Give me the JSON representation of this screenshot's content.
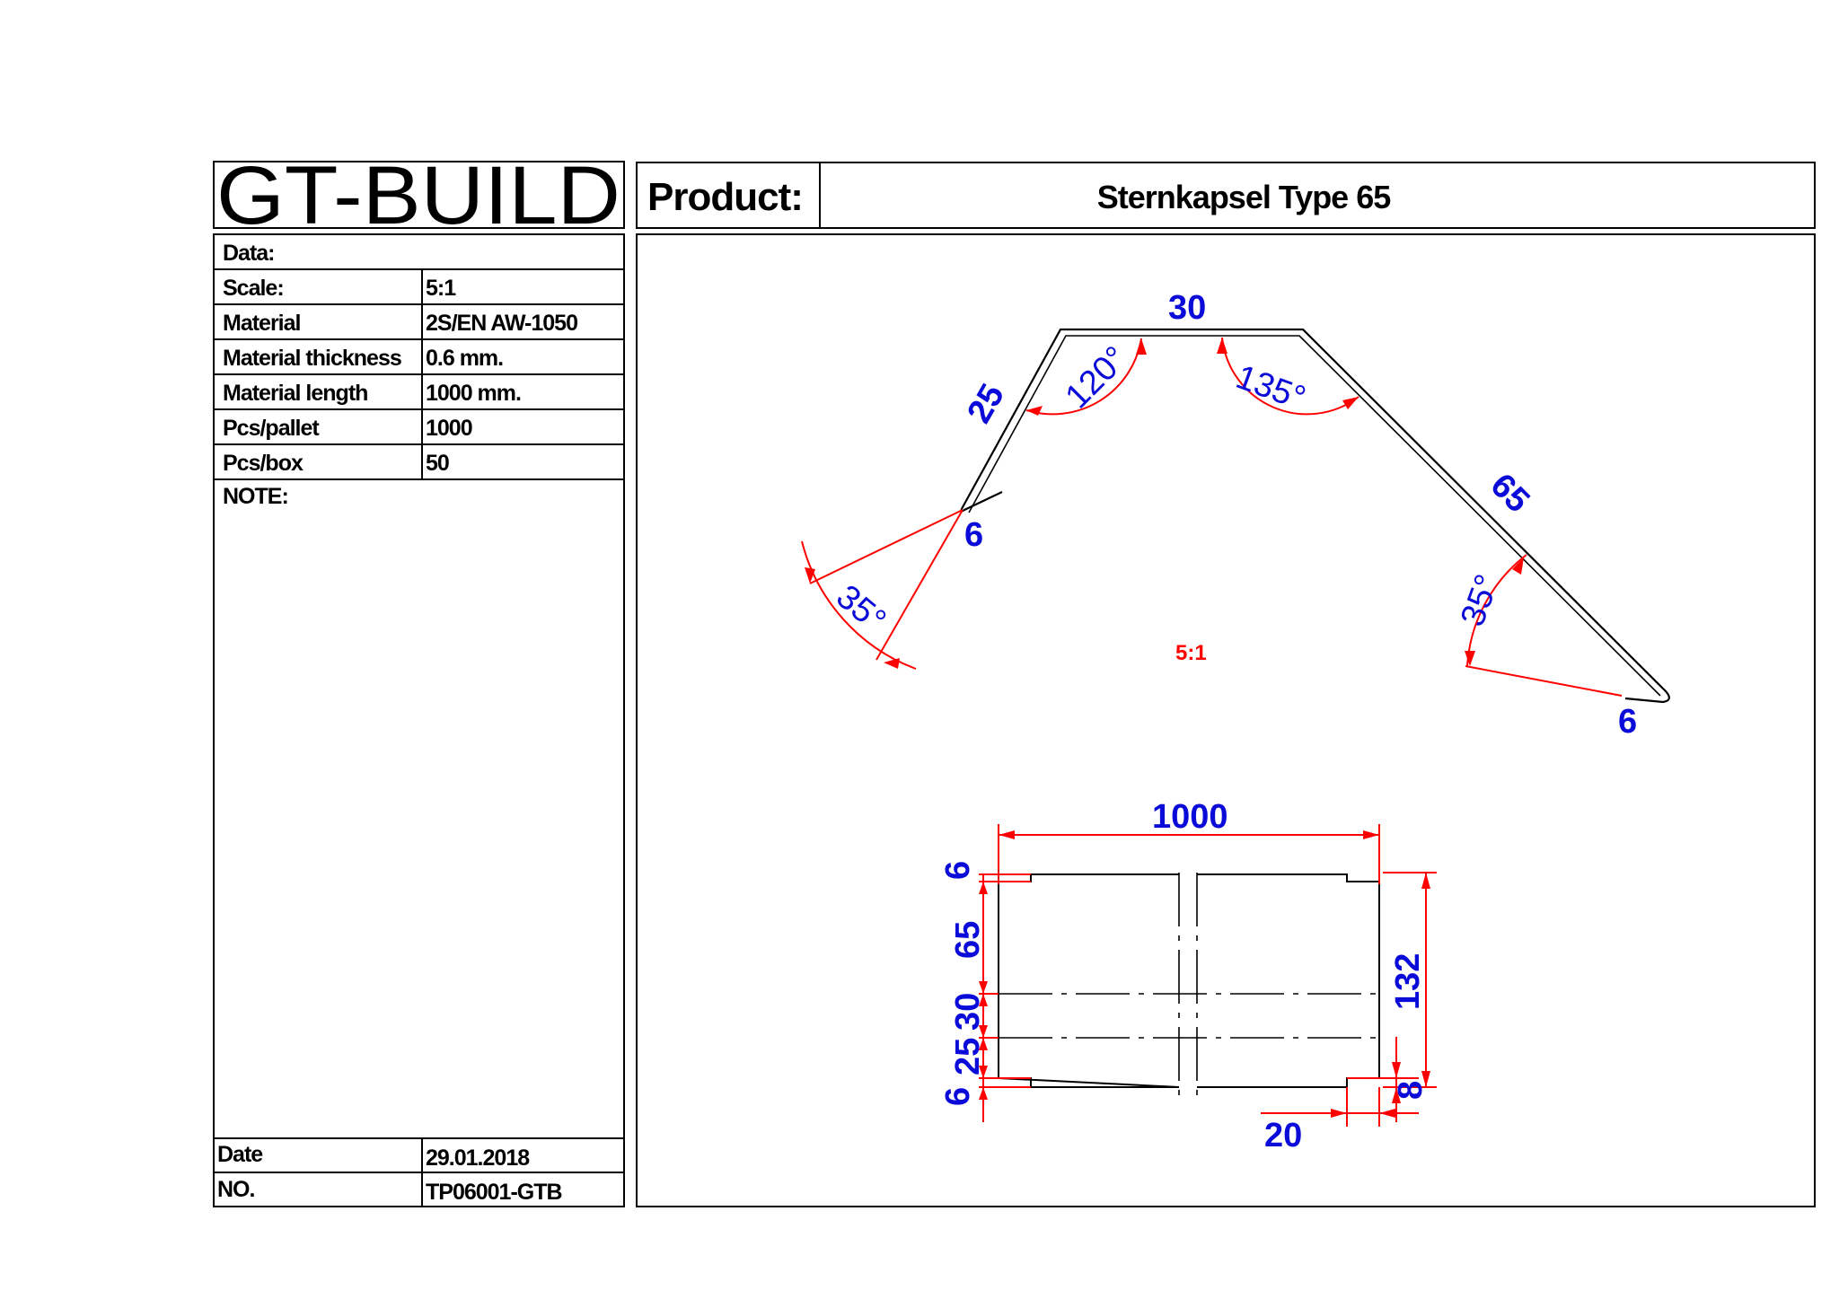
{
  "title_block": {
    "logo": "GT-BUILD",
    "product_label": "Product:",
    "product_name": "Sternkapsel Type 65",
    "rows": [
      {
        "label": "Data:",
        "value": ""
      },
      {
        "label": "Scale:",
        "value": "5:1"
      },
      {
        "label": "Material",
        "value": "2S/EN AW-1050"
      },
      {
        "label": "Material thickness",
        "value": "0.6 mm."
      },
      {
        "label": "Material length",
        "value": "1000 mm."
      },
      {
        "label": "Pcs/pallet",
        "value": "1000"
      },
      {
        "label": "Pcs/box",
        "value": "50"
      }
    ],
    "note_label": "NOTE:",
    "date_label": "Date",
    "date_value": "29.01.2018",
    "no_label": "NO.",
    "no_value": "TP06001-GTB"
  },
  "drawing": {
    "profile": {
      "scale_label": "5:1",
      "dims": {
        "top": "30",
        "left": "25",
        "right": "65",
        "hem_left": "6",
        "hem_right": "6",
        "angle_left": "120°",
        "angle_right": "135°",
        "angle_hem_left": "35°",
        "angle_hem_right": "35°"
      }
    },
    "plan": {
      "length": "1000",
      "width": "132",
      "notch_len": "20",
      "notch_w": "8",
      "side_dims": [
        "6",
        "65",
        "30",
        "25",
        "6"
      ]
    }
  },
  "colors": {
    "dimension_text": "#0b0bd9",
    "dimension_line": "#ff0000",
    "outline": "#000000"
  }
}
